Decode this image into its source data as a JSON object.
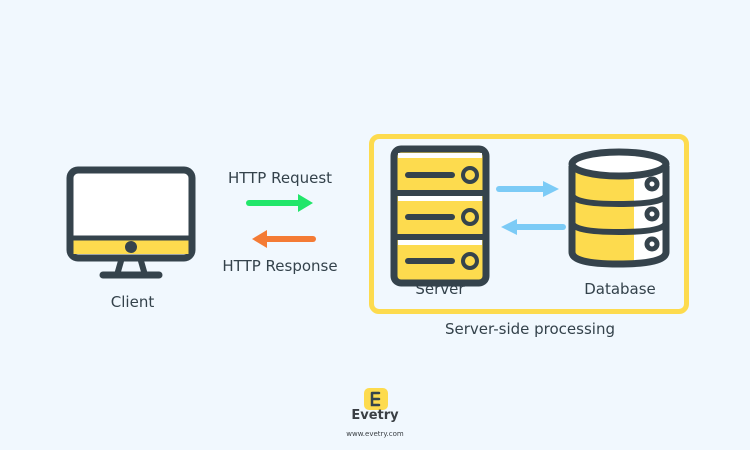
{
  "diagram": {
    "client": {
      "label": "Client",
      "icon": "monitor-icon"
    },
    "request": {
      "label": "HTTP Request",
      "arrow_color": "#22e66a",
      "direction": "right"
    },
    "response": {
      "label": "HTTP Response",
      "arrow_color": "#f47b35",
      "direction": "left"
    },
    "server": {
      "label": "Server",
      "icon": "server-rack-icon"
    },
    "database": {
      "label": "Database",
      "icon": "database-icon"
    },
    "server_db_arrows": {
      "color": "#7ccbf6"
    },
    "group": {
      "label": "Server-side processing",
      "border_color": "#fddb4e"
    }
  },
  "colors": {
    "background": "#f1f8fe",
    "accent_yellow": "#fddb4e",
    "outline_dark": "#35434c"
  },
  "branding": {
    "name": "Evetry",
    "url": "www.evetry.com"
  }
}
